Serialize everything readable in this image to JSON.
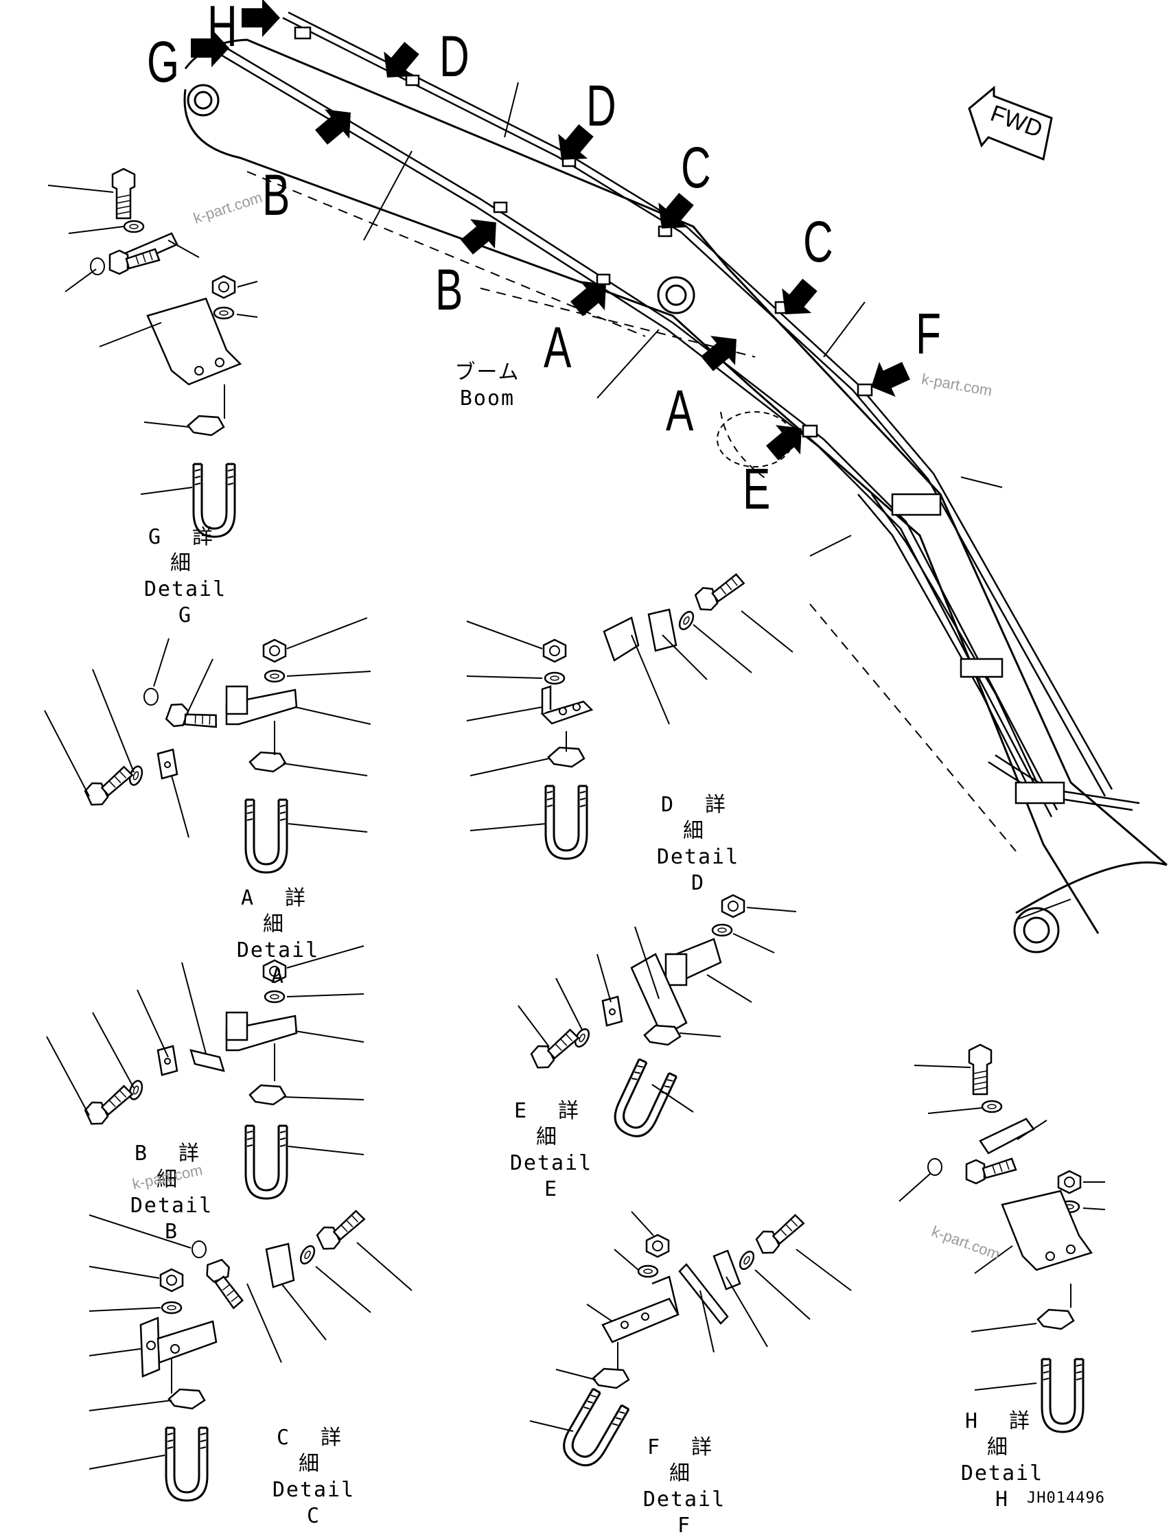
{
  "callouts": {
    "H": "H",
    "G": "G",
    "D": "D",
    "C": "C",
    "B": "B",
    "A": "A",
    "E": "E",
    "F": "F"
  },
  "boom_label": {
    "jp": "ブーム",
    "en": "Boom"
  },
  "fwd_label": "FWD",
  "details": {
    "G": {
      "jp": "G 詳 細",
      "en": "Detail G"
    },
    "A": {
      "jp": "A 詳 細",
      "en": "Detail A"
    },
    "D": {
      "jp": "D 詳 細",
      "en": "Detail D"
    },
    "E": {
      "jp": "E 詳 細",
      "en": "Detail E"
    },
    "B": {
      "jp": "B 詳 細",
      "en": "Detail B"
    },
    "C": {
      "jp": "C 詳 細",
      "en": "Detail C"
    },
    "F": {
      "jp": "F 詳 細",
      "en": "Detail F"
    },
    "H": {
      "jp": "H 詳 細",
      "en": "Detail H"
    }
  },
  "watermark": "k-part.com",
  "drawing_number": "JH014496"
}
